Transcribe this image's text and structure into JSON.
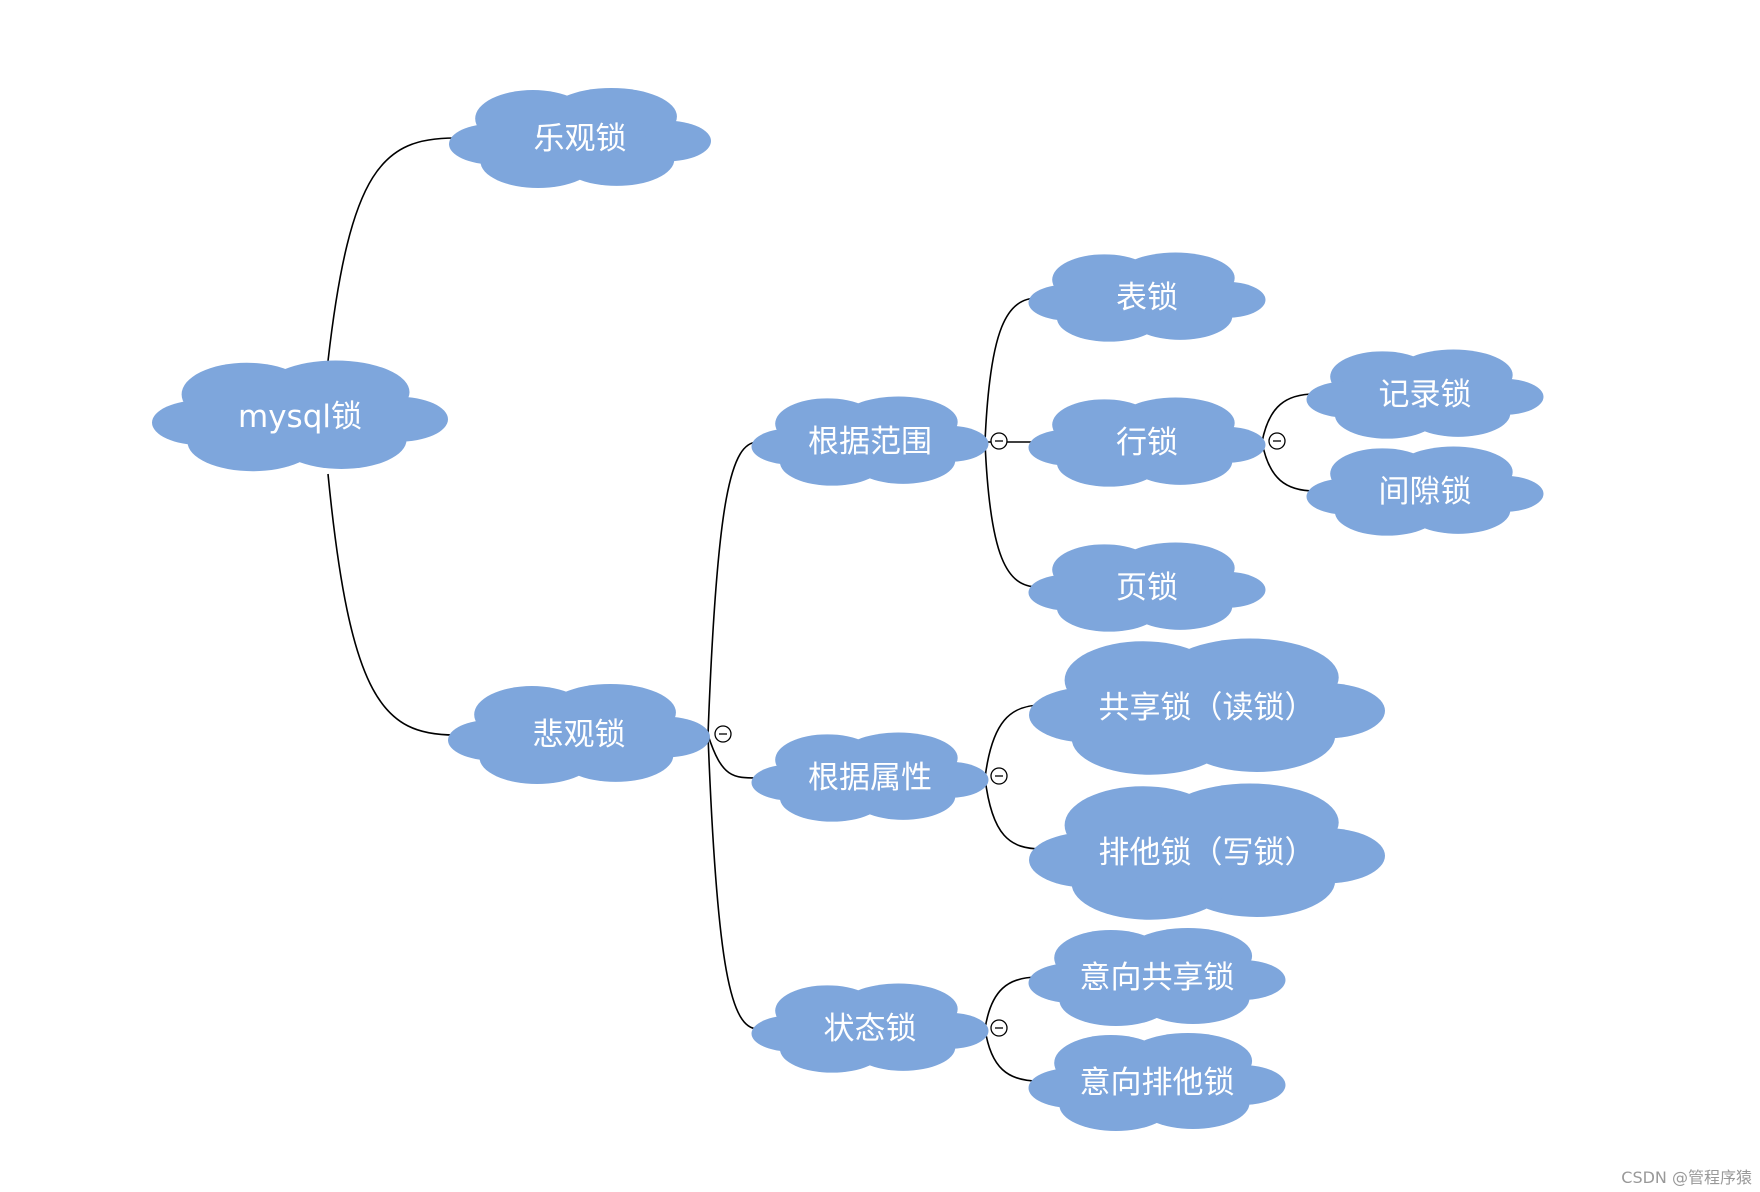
{
  "mindmap": {
    "label": "mysql锁",
    "children": [
      {
        "label": "乐观锁"
      },
      {
        "label": "悲观锁",
        "expanded": true,
        "children": [
          {
            "label": "根据范围",
            "expanded": true,
            "children": [
              {
                "label": "表锁"
              },
              {
                "label": "行锁",
                "expanded": true,
                "children": [
                  {
                    "label": "记录锁"
                  },
                  {
                    "label": "间隙锁"
                  }
                ]
              },
              {
                "label": "页锁"
              }
            ]
          },
          {
            "label": "根据属性",
            "expanded": true,
            "children": [
              {
                "label": "共享锁（读锁）"
              },
              {
                "label": "排他锁（写锁）"
              }
            ]
          },
          {
            "label": "状态锁",
            "expanded": true,
            "children": [
              {
                "label": "意向共享锁"
              },
              {
                "label": "意向排他锁"
              }
            ]
          }
        ]
      }
    ]
  },
  "icons": {
    "collapse_toggle": "minus-circle-icon"
  },
  "colors": {
    "background": "#FFFFFF",
    "node_fill": "#7EA6DC",
    "node_text": "#FFFFFF",
    "connector": "#000000",
    "watermark_text": "#999999"
  },
  "watermark": "CSDN @管程序猿"
}
